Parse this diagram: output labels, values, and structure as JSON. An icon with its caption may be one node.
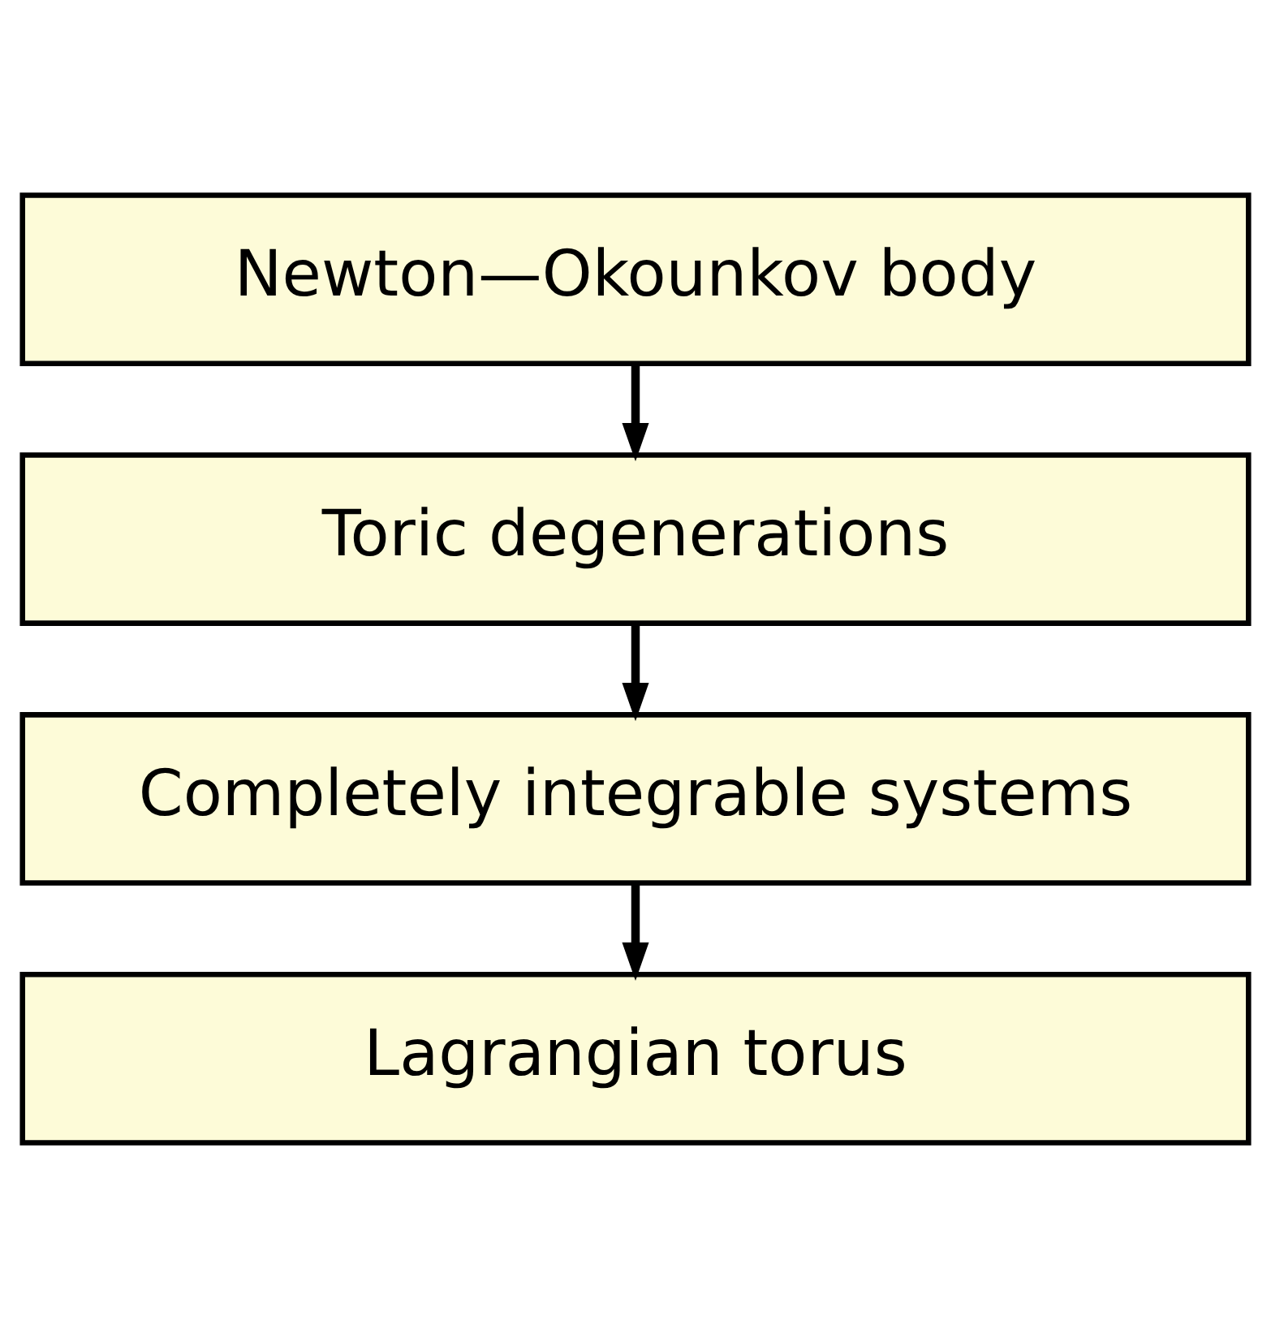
{
  "diagram": {
    "nodes": [
      {
        "text": [
          "Newton—Okounkov body"
        ]
      },
      {
        "text": [
          "Toric degenerations"
        ]
      },
      {
        "text": [
          "Completely integrable systems"
        ]
      },
      {
        "text": [
          "Lagrangian torus"
        ]
      }
    ],
    "edges": [
      {
        "from": 0,
        "to": 1,
        "arrow": "to"
      },
      {
        "from": 1,
        "to": 2,
        "arrow": "to"
      },
      {
        "from": 2,
        "to": 3,
        "arrow": "to"
      }
    ]
  }
}
